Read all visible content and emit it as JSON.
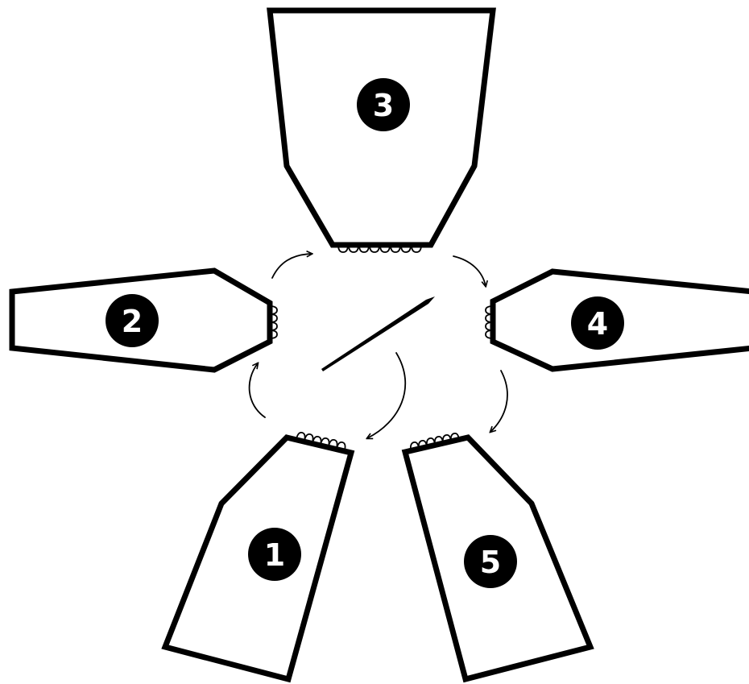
{
  "pieces": [
    {
      "id": "piece-1",
      "label": "1"
    },
    {
      "id": "piece-2",
      "label": "2"
    },
    {
      "id": "piece-3",
      "label": "3"
    },
    {
      "id": "piece-4",
      "label": "4"
    },
    {
      "id": "piece-5",
      "label": "5"
    }
  ],
  "sequence": [
    "1",
    "2",
    "3",
    "4",
    "5"
  ],
  "colors": {
    "stroke": "#000000",
    "fill": "#ffffff",
    "badge": "#000000",
    "badge_text": "#ffffff"
  },
  "icons": {
    "tool": "needle-icon"
  }
}
